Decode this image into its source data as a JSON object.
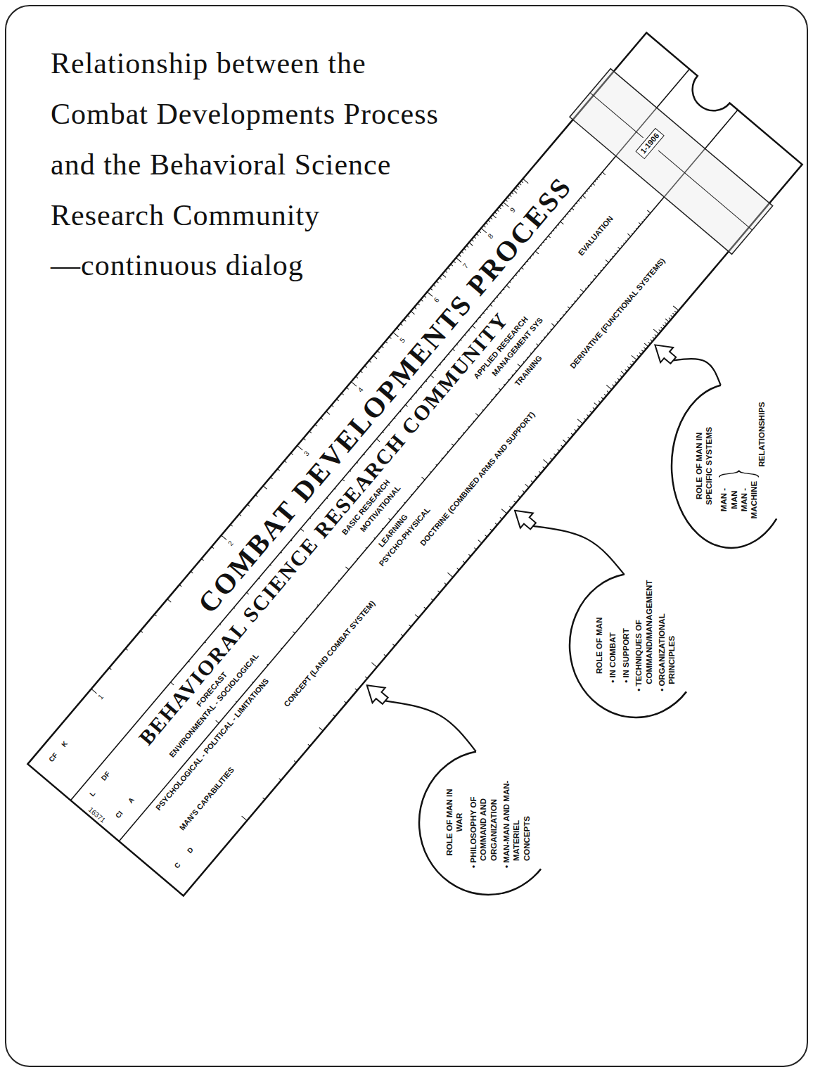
{
  "diagram": {
    "title": "Relationship between the Combat Developments Process and the Behavioral Science Research Community",
    "nodes": [
      {
        "text": [
          "ROLE OF MAN IN WAR",
          "• PHILOSOPHY OF COMMAND AND ORGANIZATION",
          "• MAN-MAN AND MAN-MATERIEL CONCEPTS"
        ]
      },
      {
        "text": [
          "ROLE OF MAN",
          "• IN COMBAT",
          "• IN SUPPORT",
          "• TECHNIQUES OF COMMAND/MANAGEMENT",
          "• ORGANIZATIONAL PRINCIPLES"
        ]
      },
      {
        "text": [
          "ROLE OF MAN IN SPECIFIC SYSTEMS",
          "MAN - MAN",
          "MAN - MACHINE",
          "RELATIONSHIPS"
        ]
      }
    ],
    "labels": [
      "COMBAT DEVELOPMENTS PROCESS",
      "BEHAVIORAL SCIENCE RESEARCH COMMUNITY",
      "FORECAST",
      "BASIC RESEARCH",
      "APPLIED RESEARCH",
      "EVALUATION",
      "ENVIRONMENTAL - SOCIOLOGICAL",
      "MOTIVATIONAL",
      "MANAGEMENT SYS",
      "PSYCHOLOGICAL - POLITICAL - LIMITATIONS",
      "LEARNING",
      "TRAINING",
      "PSYCHO-PHYSICAL",
      "MAN'S CAPABILITIES",
      "CONCEPT (LAND COMBAT SYSTEM)",
      "DOCTRINE (COMBINED ARMS AND SUPPORT)",
      "DERIVATIVE (FUNCTIONAL SYSTEMS)",
      "1-1906",
      "16371",
      "CF",
      "DF",
      "CI",
      "C",
      "K",
      "D",
      "L",
      "A",
      "1",
      "2",
      "3",
      "4",
      "5",
      "6",
      "7",
      "8",
      "9",
      "—continuous dialog"
    ]
  }
}
